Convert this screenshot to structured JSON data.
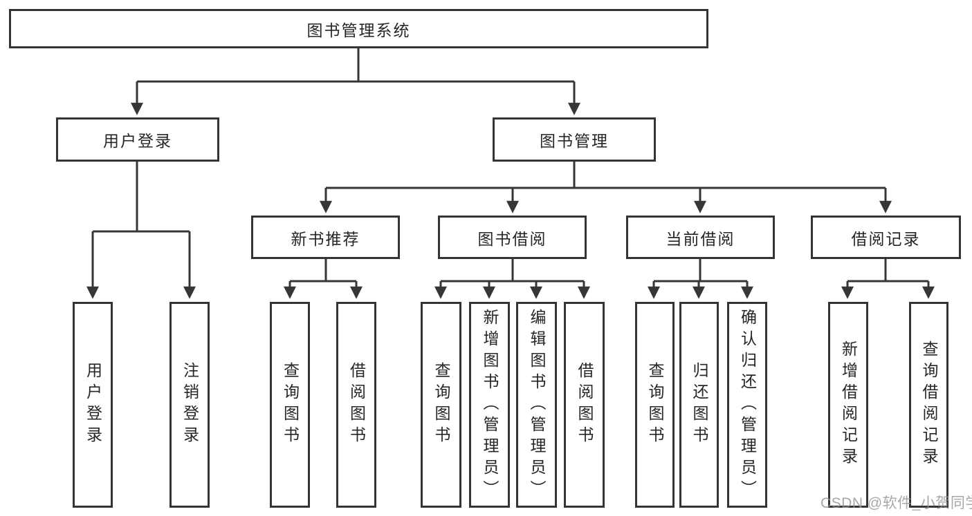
{
  "tree": {
    "root": "图书管理系统",
    "level2": [
      "用户登录",
      "图书管理"
    ],
    "level3": [
      "新书推荐",
      "图书借阅",
      "当前借阅",
      "借阅记录"
    ],
    "leaves": [
      "用户登录",
      "注销登录",
      "查询图书",
      "借阅图书",
      "查询图书",
      "新增图书（管理员）",
      "编辑图书（管理员）",
      "借阅图书",
      "查询图书",
      "归还图书",
      "确认归还（管理员）",
      "新增借阅记录",
      "查询借阅记录"
    ]
  },
  "watermark": {
    "text": "CSDN @软件_小贺同学"
  },
  "colors": {
    "line": "#363636",
    "box_border": "#343434",
    "text": "#262626",
    "background": "#ffffff",
    "watermark": "#919191"
  }
}
